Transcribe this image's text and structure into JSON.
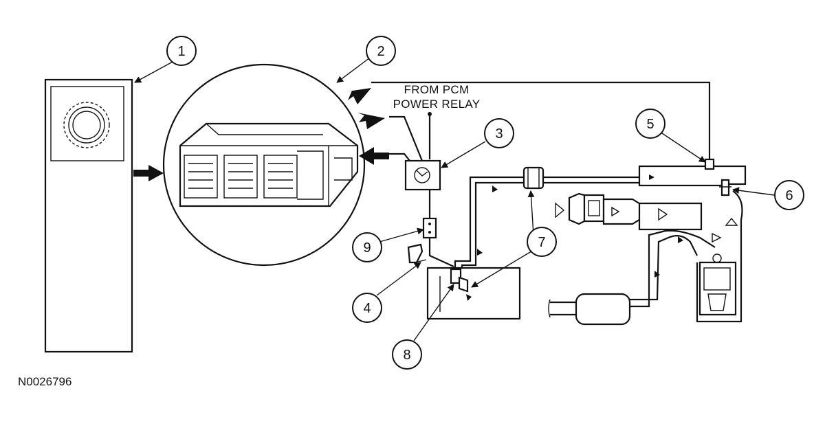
{
  "diagram": {
    "relay_label_line1": "FROM PCM",
    "relay_label_line2": "POWER RELAY",
    "figure_id": "N0026796",
    "callouts": [
      "1",
      "2",
      "3",
      "4",
      "5",
      "6",
      "7",
      "8",
      "9"
    ]
  }
}
